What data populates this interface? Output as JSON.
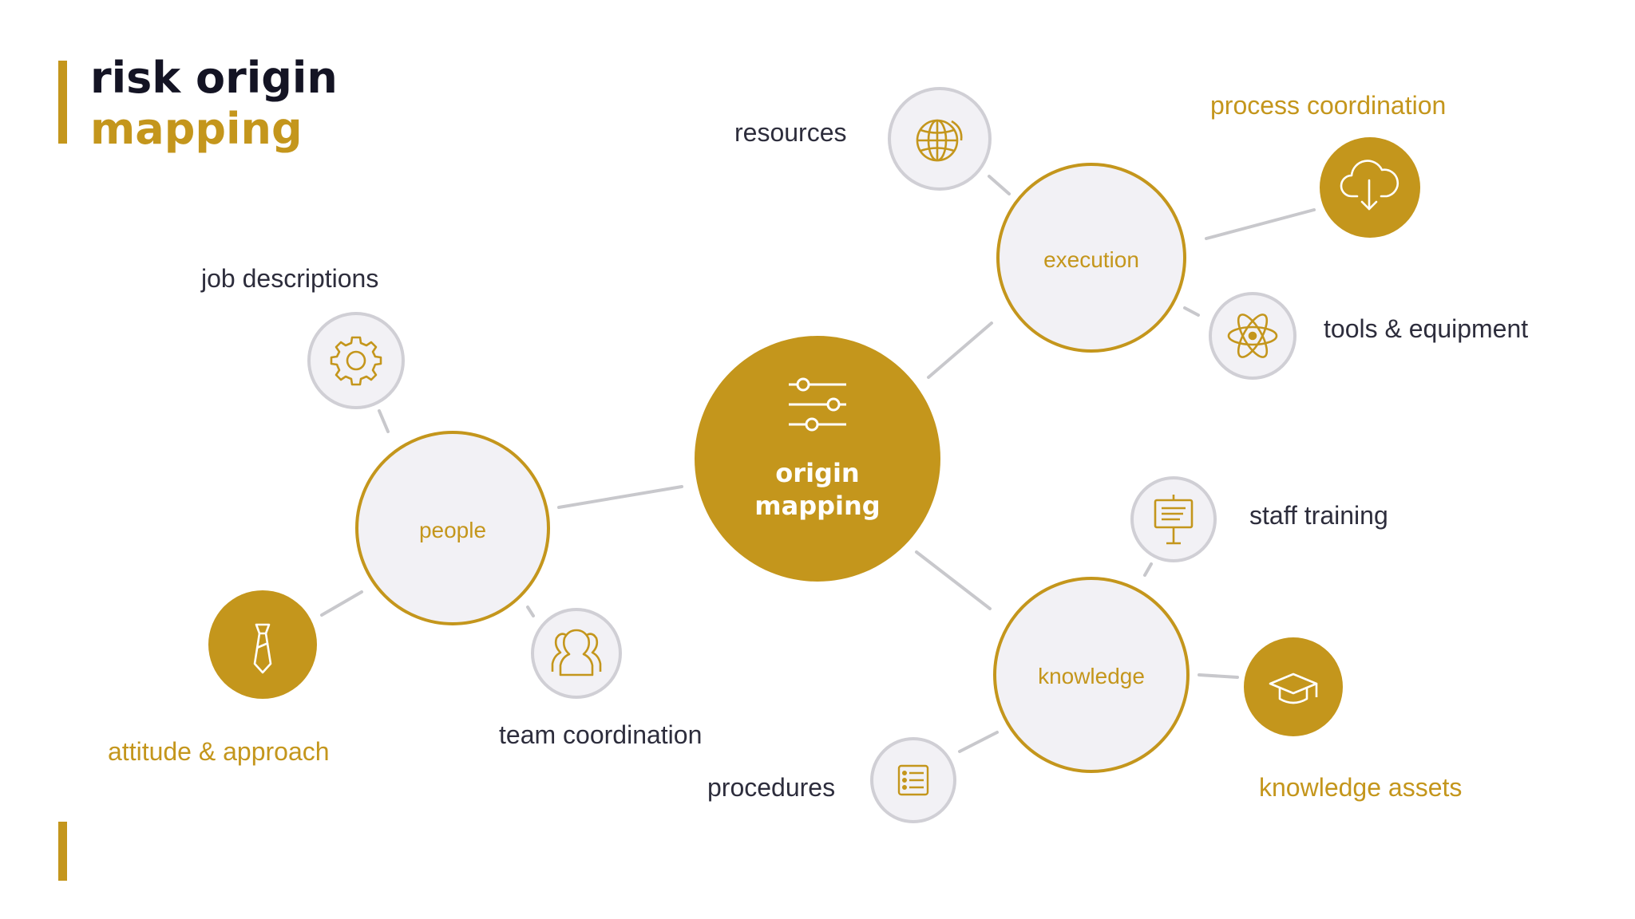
{
  "title": {
    "line1": "risk origin",
    "line2": "mapping"
  },
  "center": {
    "line1": "origin",
    "line2": "mapping",
    "icon": "sliders-icon"
  },
  "hubs": {
    "execution": "execution",
    "people": "people",
    "knowledge": "knowledge"
  },
  "leaves": {
    "resources": {
      "label": "resources",
      "icon": "globe-icon"
    },
    "process_coordination": {
      "label": "process coordination",
      "icon": "cloud-download-icon"
    },
    "tools_equipment": {
      "label": "tools & equipment",
      "icon": "atom-icon"
    },
    "job_descriptions": {
      "label": "job descriptions",
      "icon": "gear-icon"
    },
    "attitude_approach": {
      "label": "attitude & approach",
      "icon": "tie-icon"
    },
    "team_coordination": {
      "label": "team coordination",
      "icon": "team-icon"
    },
    "staff_training": {
      "label": "staff training",
      "icon": "presentation-board-icon"
    },
    "knowledge_assets": {
      "label": "knowledge assets",
      "icon": "graduation-cap-icon"
    },
    "procedures": {
      "label": "procedures",
      "icon": "checklist-icon"
    }
  },
  "colors": {
    "gold": "#c4961c",
    "node_fill": "#f2f1f5",
    "ring_gray": "#d0cfd5",
    "connector": "#c8c8cc",
    "text_dark": "#2d2d3c",
    "title_dark": "#141424"
  }
}
